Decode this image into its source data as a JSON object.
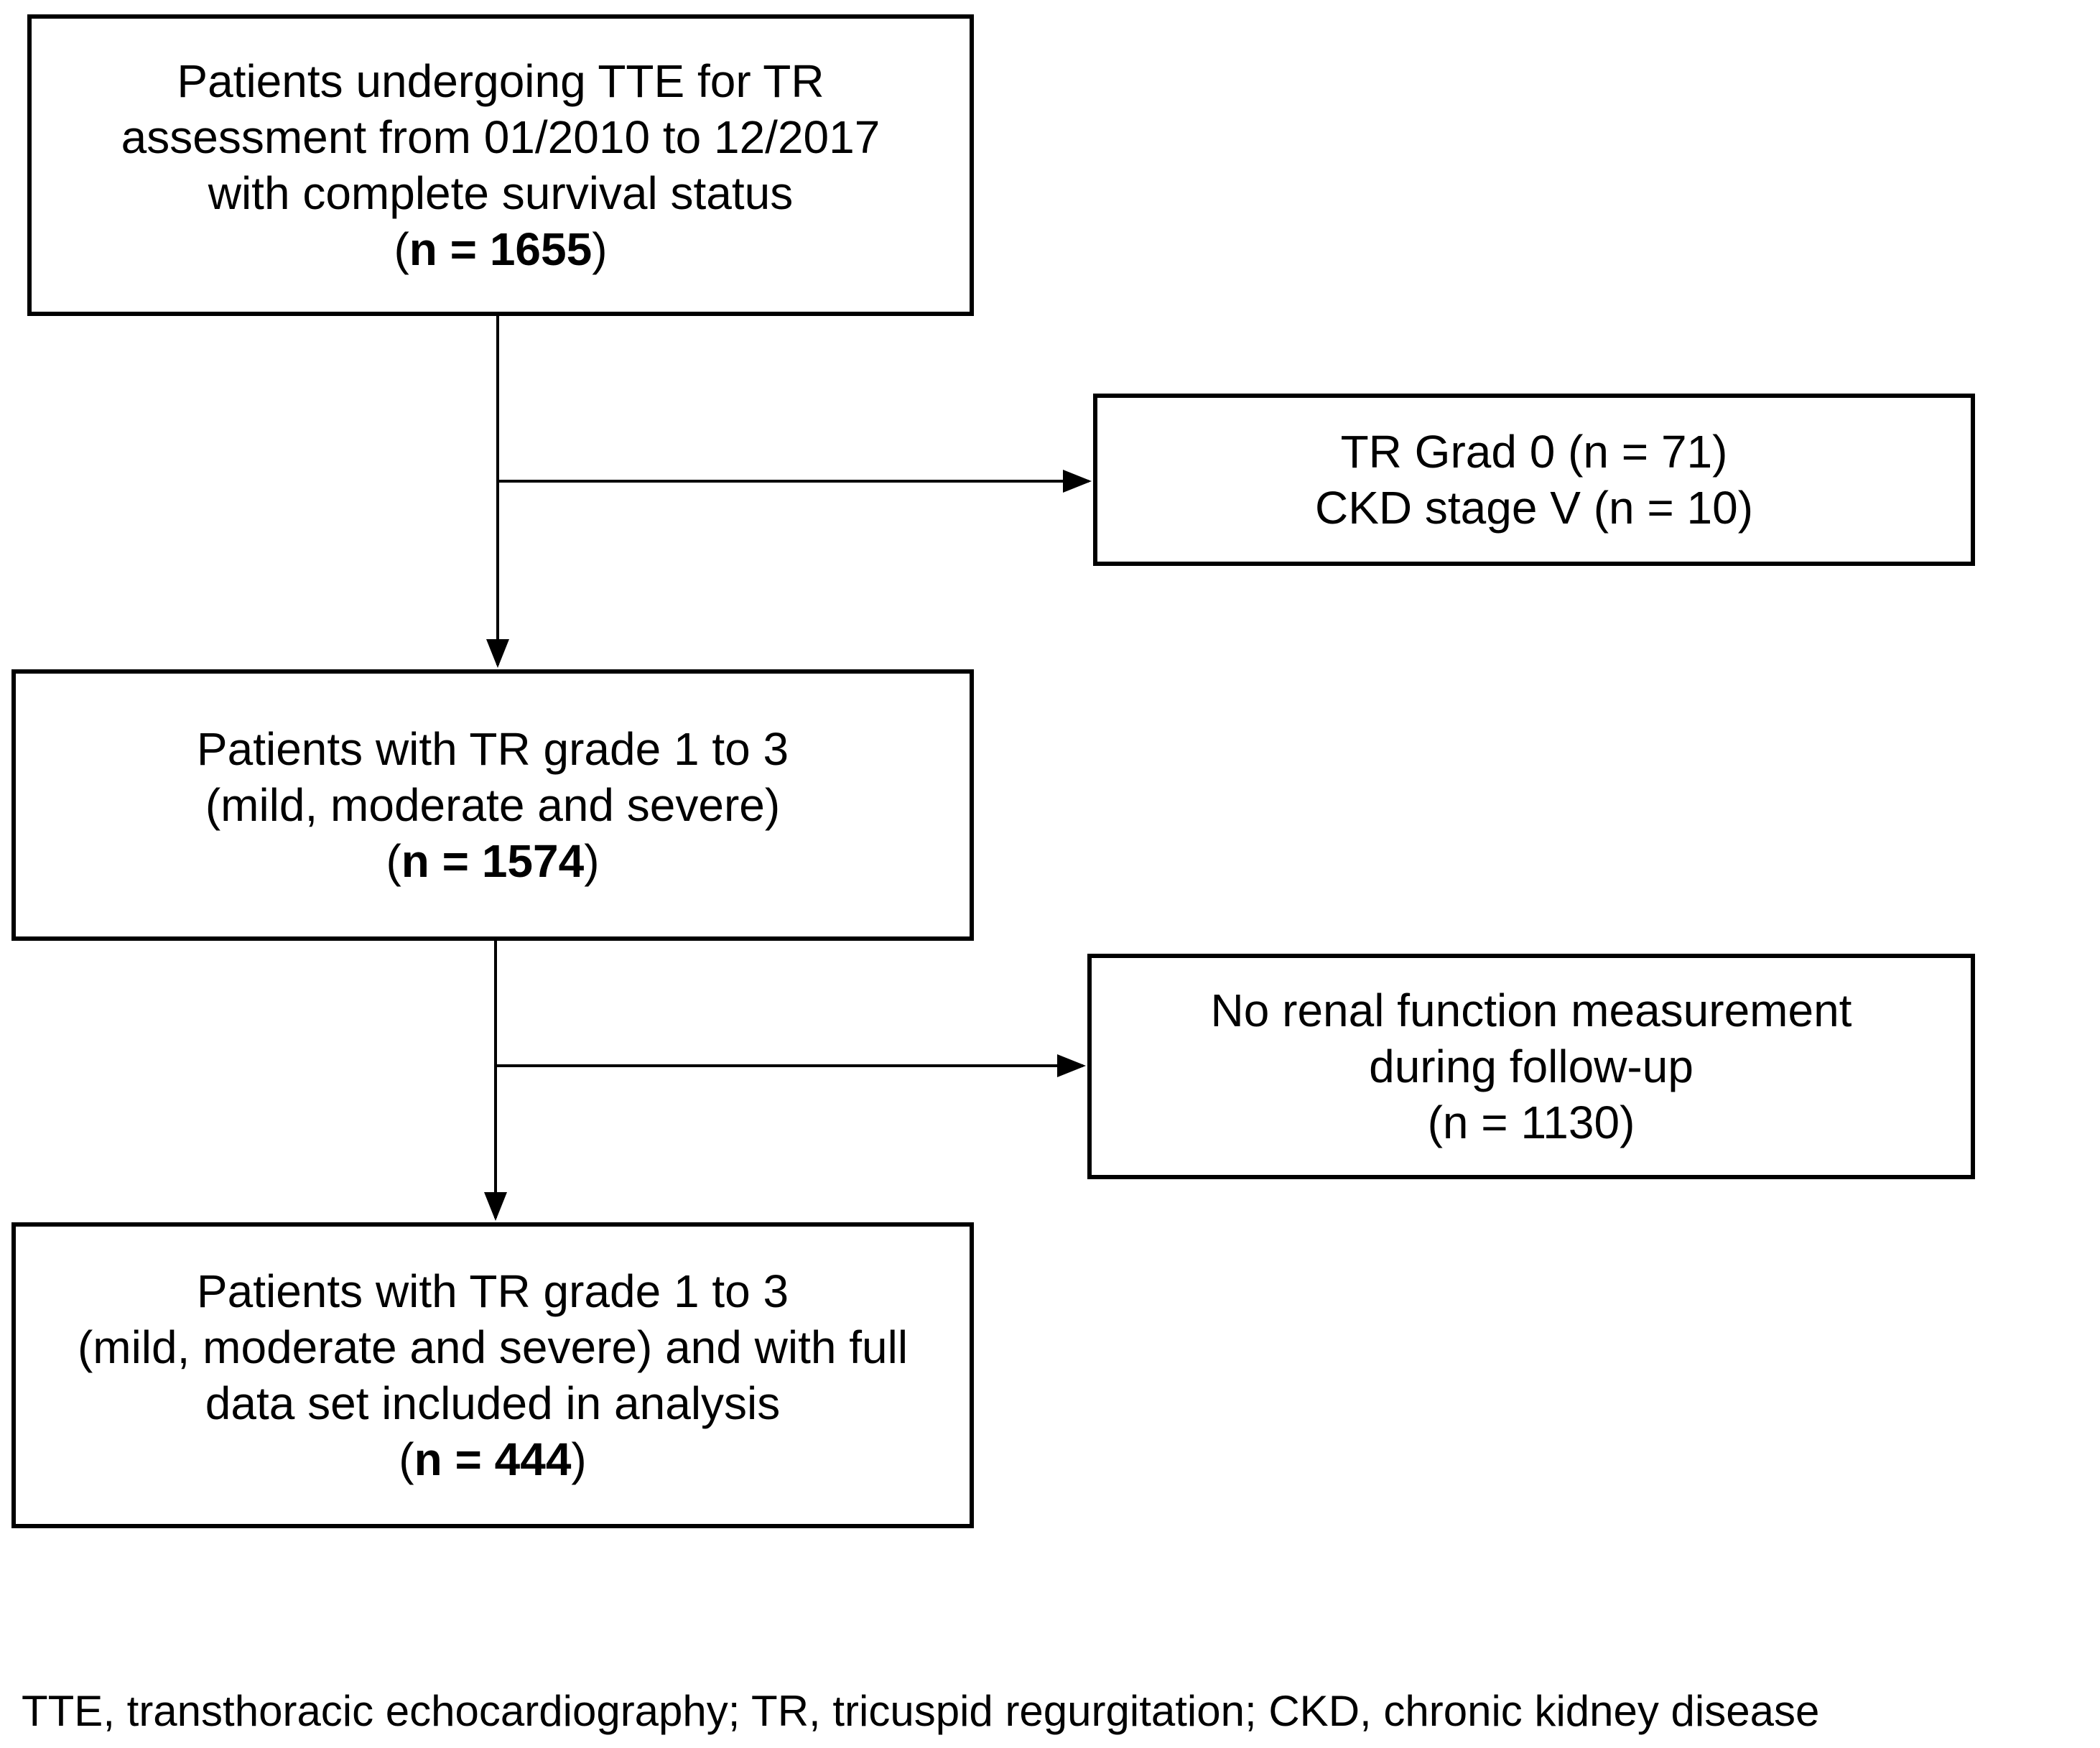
{
  "boxes": {
    "start": {
      "lines": [
        "Patients undergoing TTE for TR",
        "assessment from 01/2010 to 12/2017",
        "with complete survival status"
      ],
      "count": "n = 1655"
    },
    "excluded_1": {
      "lines": [
        "TR Grad 0 (n = 71)",
        "CKD stage V (n = 10)"
      ]
    },
    "middle": {
      "lines": [
        "Patients with TR grade 1 to 3",
        "(mild, moderate and severe)"
      ],
      "count": "n = 1574"
    },
    "excluded_2": {
      "lines": [
        "No renal function measurement",
        "during follow-up",
        "(n = 1130)"
      ]
    },
    "final": {
      "lines": [
        "Patients with TR grade 1 to 3",
        "(mild, moderate and severe) and with full",
        "data set included in analysis"
      ],
      "count": "n = 444"
    }
  },
  "footnote": "TTE, transthoracic echocardiography; TR, tricuspid regurgitation; CKD, chronic kidney disease"
}
